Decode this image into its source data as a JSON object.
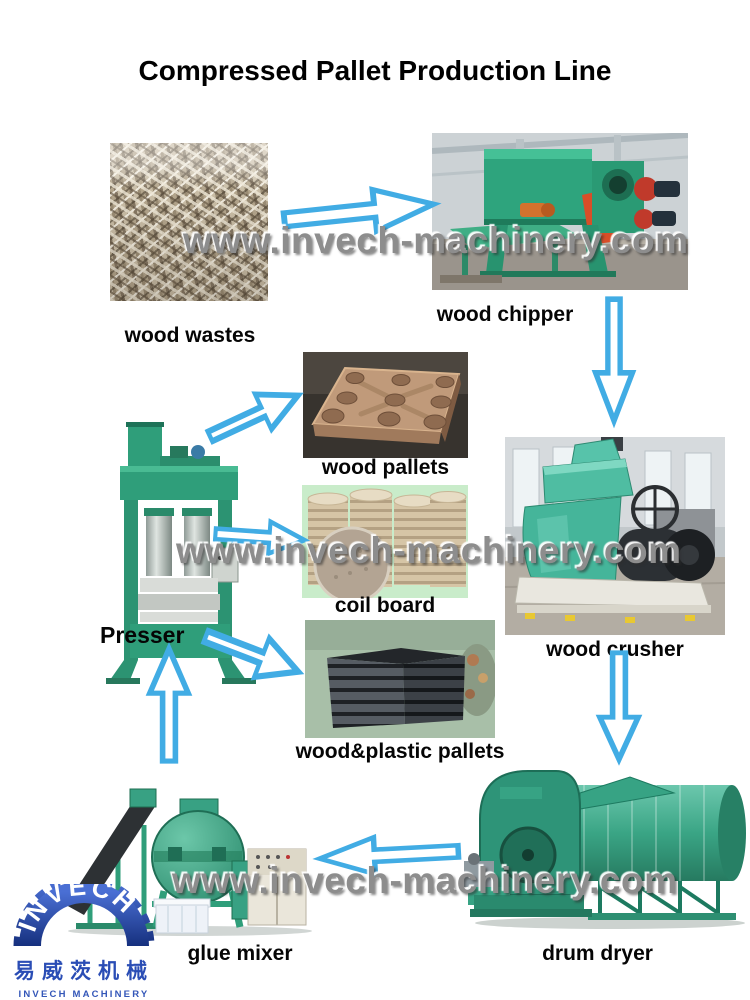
{
  "page": {
    "title": "Compressed Pallet Production Line",
    "watermark": "www.invech-machinery.com"
  },
  "nodes": {
    "wood_wastes": {
      "label": "wood wastes"
    },
    "wood_chipper": {
      "label": "wood chipper"
    },
    "wood_pallets": {
      "label": "wood pallets"
    },
    "coil_board": {
      "label": "coil board"
    },
    "wood_plastic_pallets": {
      "label": "wood&plastic pallets"
    },
    "presser": {
      "label": "Presser"
    },
    "wood_crusher": {
      "label": "wood crusher"
    },
    "glue_mixer": {
      "label": "glue mixer"
    },
    "drum_dryer": {
      "label": "drum dryer"
    }
  },
  "flow": [
    {
      "from": "wood wastes",
      "to": "wood chipper"
    },
    {
      "from": "wood chipper",
      "to": "wood crusher"
    },
    {
      "from": "wood crusher",
      "to": "drum dryer"
    },
    {
      "from": "drum dryer",
      "to": "glue mixer"
    },
    {
      "from": "glue mixer",
      "to": "Presser"
    },
    {
      "from": "Presser",
      "to": "wood pallets"
    },
    {
      "from": "Presser",
      "to": "coil board"
    },
    {
      "from": "Presser",
      "to": "wood&plastic pallets"
    }
  ],
  "logo": {
    "brand": "INVECH",
    "chinese": "易威茨机械",
    "subtitle": "INVECH MACHINERY"
  },
  "colors": {
    "arrow_blue": "#41ace4",
    "machine_green": "#2f9e7a",
    "logo_blue": "#2a4db5",
    "watermark_gray": "#8d8d8d"
  }
}
